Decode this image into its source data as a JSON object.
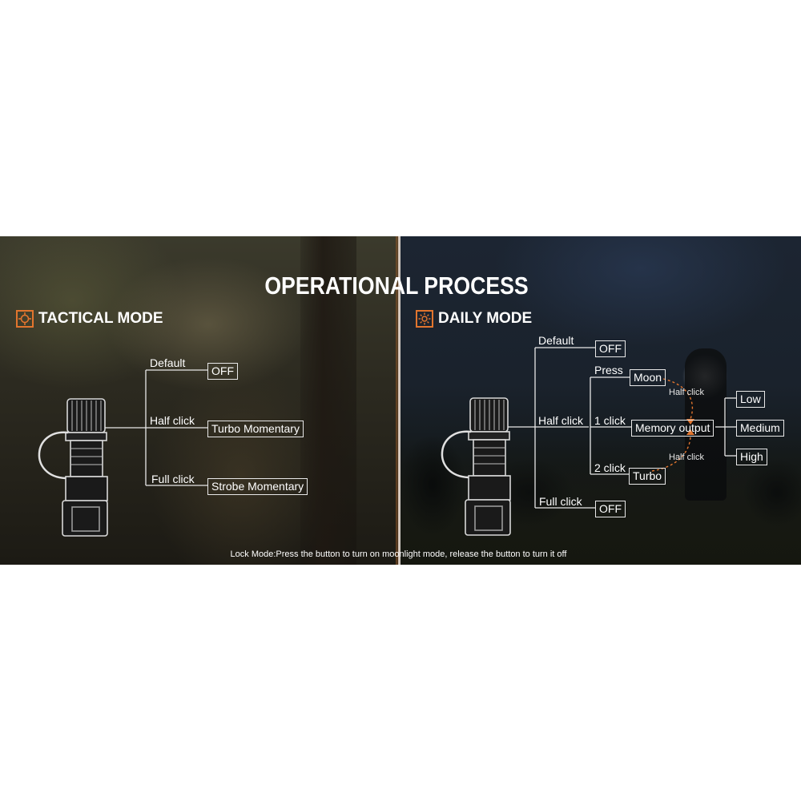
{
  "title": "OPERATIONAL PROCESS",
  "tactical": {
    "heading": "TACTICAL MODE",
    "icon": "crosshair-icon",
    "branches": [
      {
        "trigger": "Default",
        "result": "OFF"
      },
      {
        "trigger": "Half click",
        "result": "Turbo Momentary"
      },
      {
        "trigger": "Full click",
        "result": "Strobe Momentary"
      }
    ]
  },
  "daily": {
    "heading": "DAILY MODE",
    "icon": "sun-icon",
    "default": {
      "trigger": "Default",
      "result": "OFF"
    },
    "half_click": {
      "trigger": "Half click",
      "press": {
        "trigger": "Press",
        "result": "Moon"
      },
      "one_click": {
        "trigger": "1 click",
        "result": "Memory output"
      },
      "two_click": {
        "trigger": "2 click",
        "result": "Turbo"
      },
      "moon_to_memory": "Half click",
      "turbo_to_memory": "Half click",
      "levels": [
        "Low",
        "Medium",
        "High"
      ]
    },
    "full_click": {
      "trigger": "Full click",
      "result": "OFF"
    }
  },
  "footer": "Lock Mode:Press the button to turn on moonlight mode, release the button to turn it off",
  "colors": {
    "accent": "#e2752e",
    "line": "#e8e8e8",
    "text": "#ffffff"
  }
}
